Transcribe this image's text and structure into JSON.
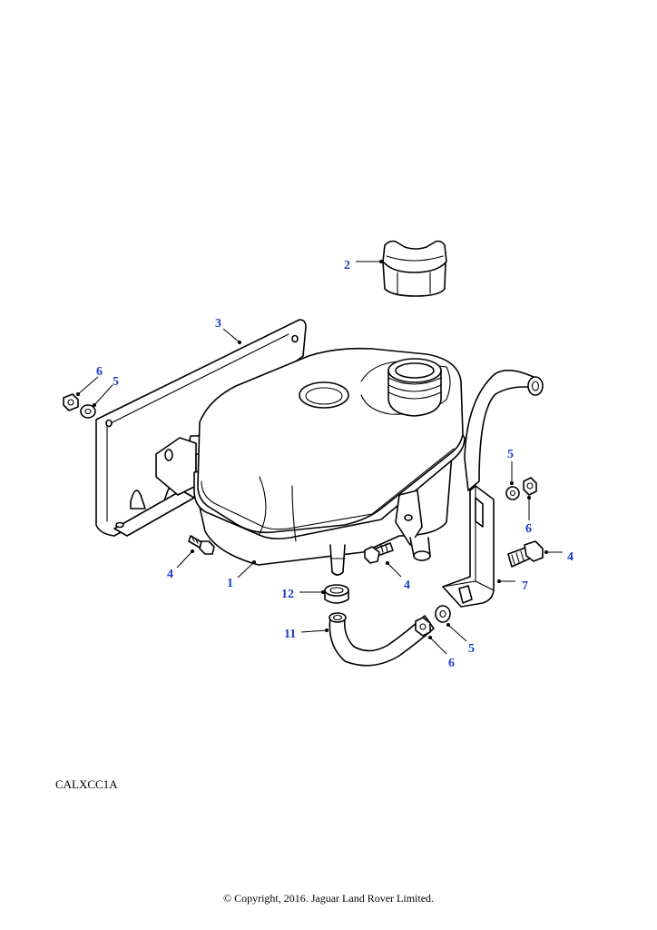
{
  "colors": {
    "callout": "#1a3cc7",
    "line": "#000000",
    "background": "#ffffff"
  },
  "drawing_code": "CALXCC1A",
  "copyright": "© Copyright, 2016. Jaguar Land Rover Limited.",
  "callouts": [
    {
      "id": "c1",
      "label": "1"
    },
    {
      "id": "c2",
      "label": "2"
    },
    {
      "id": "c3",
      "label": "3"
    },
    {
      "id": "c4a",
      "label": "4"
    },
    {
      "id": "c4b",
      "label": "4"
    },
    {
      "id": "c4c",
      "label": "4"
    },
    {
      "id": "c5a",
      "label": "5"
    },
    {
      "id": "c5b",
      "label": "5"
    },
    {
      "id": "c5c",
      "label": "5"
    },
    {
      "id": "c6a",
      "label": "6"
    },
    {
      "id": "c6b",
      "label": "6"
    },
    {
      "id": "c6c",
      "label": "6"
    },
    {
      "id": "c7",
      "label": "7"
    },
    {
      "id": "c11",
      "label": "11"
    },
    {
      "id": "c12",
      "label": "12"
    }
  ]
}
